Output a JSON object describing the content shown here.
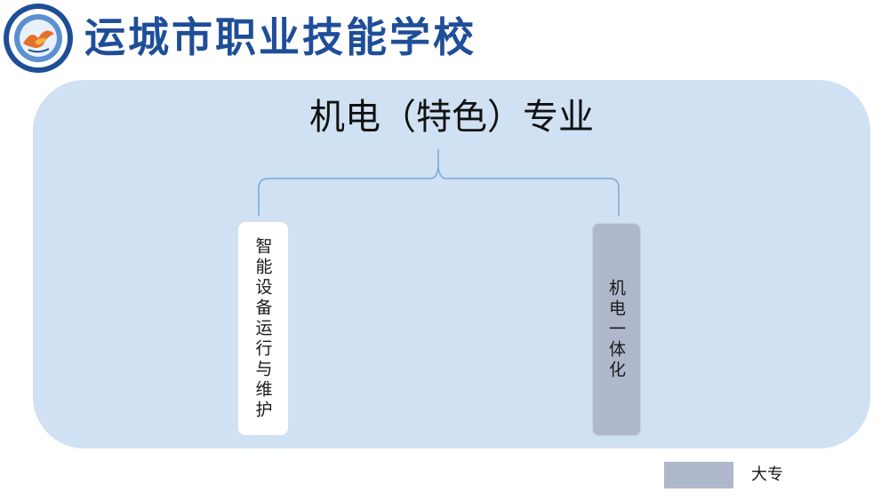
{
  "header": {
    "school_name": "运城市职业技能学校",
    "logo_icon": "school-emblem-icon"
  },
  "diagram": {
    "title": "机电（特色）专业",
    "branches": [
      {
        "label": "智能设备运行与维护",
        "style": "plain"
      },
      {
        "label": "机电一体化",
        "style": "highlighted"
      }
    ]
  },
  "legend": {
    "label": "大专"
  },
  "colors": {
    "brand_blue": "#1f4e98",
    "panel": "#cfe1f2",
    "highlight": "#aeb8ca",
    "connector": "#7fa7d4"
  }
}
